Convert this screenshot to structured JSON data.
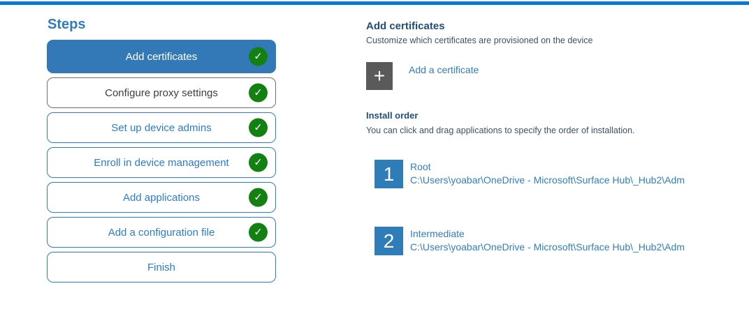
{
  "colors": {
    "accent_bar": "#0078d7",
    "selected_step_bg": "#3379b8",
    "step_border_blue": "#2b7cd3",
    "step_border_gray": "#6e6e6e",
    "check_green": "#128112",
    "heading_dark_blue": "#1f4e79",
    "body_text": "#3b5266",
    "link_blue": "#2e7fc4",
    "add_button_gray": "#5a5a5a",
    "order_square_blue": "#2e7cb8"
  },
  "icons": {
    "check": "✓",
    "plus": "+"
  },
  "sidebar": {
    "title": "Steps",
    "steps": [
      {
        "label": "Add certificates",
        "completed": true,
        "selected": true
      },
      {
        "label": "Configure proxy settings",
        "completed": true,
        "selected": false
      },
      {
        "label": "Set up device admins",
        "completed": true,
        "selected": false
      },
      {
        "label": "Enroll in device management",
        "completed": true,
        "selected": false
      },
      {
        "label": "Add applications",
        "completed": true,
        "selected": false
      },
      {
        "label": "Add a configuration file",
        "completed": true,
        "selected": false
      },
      {
        "label": "Finish",
        "completed": false,
        "selected": false
      }
    ]
  },
  "main": {
    "title": "Add certificates",
    "subtitle": "Customize which certificates are provisioned on the device",
    "add_certificate": {
      "label": "Add a certificate"
    },
    "install_order": {
      "title": "Install order",
      "description": "You can click and drag applications to specify the order of installation.",
      "items": [
        {
          "number": "1",
          "name": "Root",
          "path": "C:\\Users\\yoabar\\OneDrive - Microsoft\\Surface Hub\\_Hub2\\Adm"
        },
        {
          "number": "2",
          "name": "Intermediate",
          "path": "C:\\Users\\yoabar\\OneDrive - Microsoft\\Surface Hub\\_Hub2\\Adm"
        }
      ]
    }
  }
}
